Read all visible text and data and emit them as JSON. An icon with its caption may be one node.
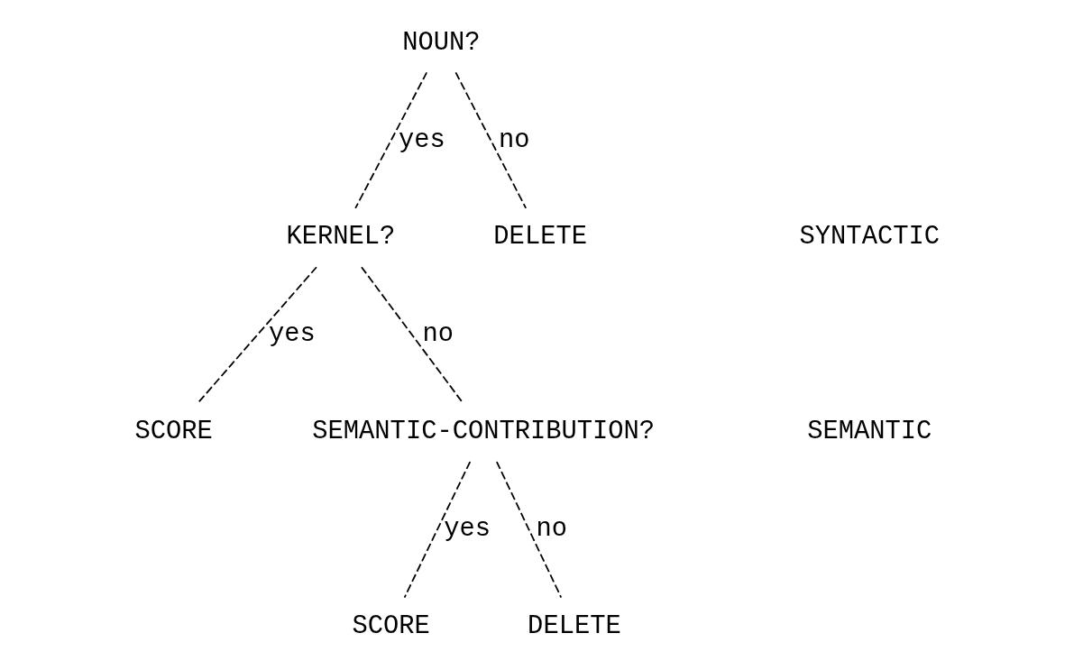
{
  "diagram": {
    "nodes": [
      {
        "text": [
          "NOUN?"
        ]
      },
      {
        "text": [
          "KERNEL?"
        ]
      },
      {
        "text": [
          "DELETE"
        ]
      },
      {
        "text": [
          "SCORE"
        ]
      },
      {
        "text": [
          "SEMANTIC-CONTRIBUTION?"
        ]
      },
      {
        "text": [
          "SCORE"
        ]
      },
      {
        "text": [
          "DELETE"
        ]
      }
    ],
    "edges": [
      {
        "from": 0,
        "to": 1,
        "arrow": "none",
        "label": "yes",
        "style": "dashed"
      },
      {
        "from": 0,
        "to": 2,
        "arrow": "none",
        "label": "no",
        "style": "dashed"
      },
      {
        "from": 1,
        "to": 3,
        "arrow": "none",
        "label": "yes",
        "style": "dashed"
      },
      {
        "from": 1,
        "to": 4,
        "arrow": "none",
        "label": "no",
        "style": "dashed"
      },
      {
        "from": 4,
        "to": 5,
        "arrow": "none",
        "label": "yes",
        "style": "dashed"
      },
      {
        "from": 4,
        "to": 6,
        "arrow": "none",
        "label": "no",
        "style": "dashed"
      }
    ],
    "labels": [
      "SYNTACTIC",
      "SEMANTIC"
    ]
  }
}
